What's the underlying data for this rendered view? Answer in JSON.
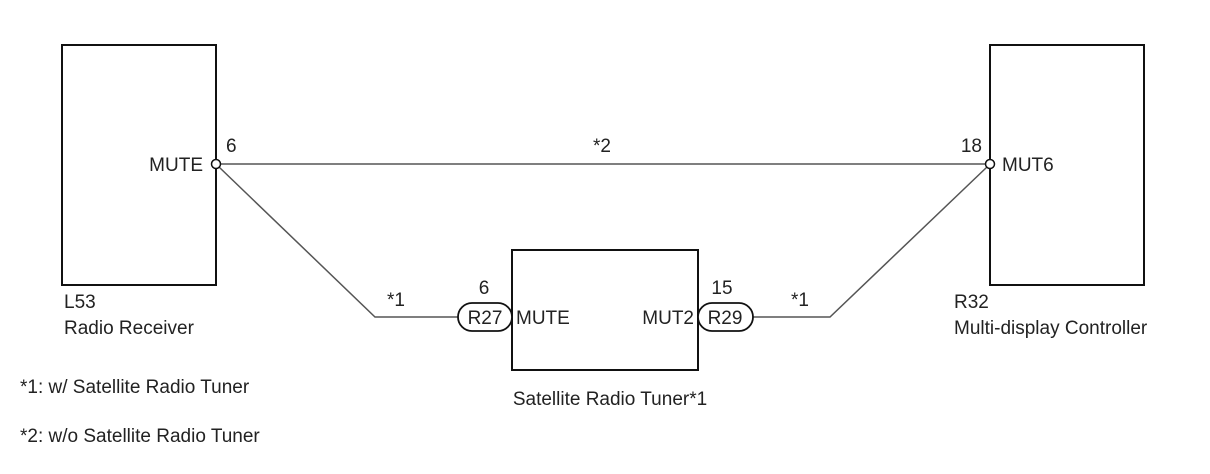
{
  "components": {
    "radio_receiver": {
      "code": "L53",
      "name": "Radio Receiver",
      "pin_name": "MUTE",
      "pin_number": "6"
    },
    "multi_display": {
      "code": "R32",
      "name": "Multi-display Controller",
      "pin_name": "MUT6",
      "pin_number": "18"
    },
    "satellite_tuner": {
      "name": "Satellite Radio Tuner*1",
      "left_pin_name": "MUTE",
      "left_pin_number": "6",
      "left_connector": "R27",
      "right_pin_name": "MUT2",
      "right_pin_number": "15",
      "right_connector": "R29"
    }
  },
  "wires": {
    "direct_note": "*2",
    "left_via_note": "*1",
    "right_via_note": "*1"
  },
  "legend": [
    "*1: w/ Satellite Radio Tuner",
    "*2: w/o Satellite Radio Tuner"
  ]
}
